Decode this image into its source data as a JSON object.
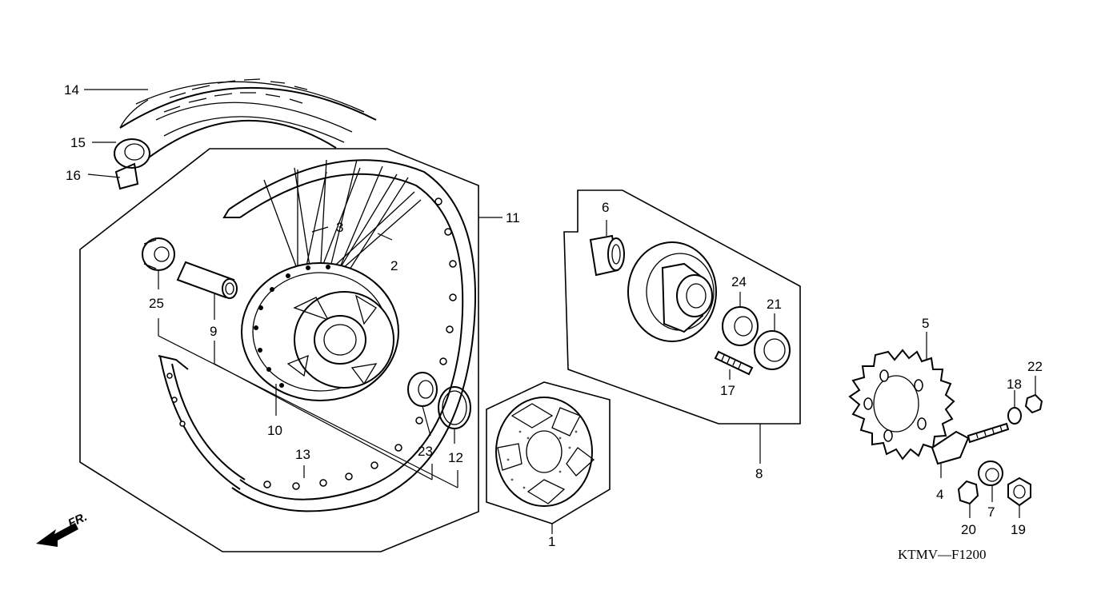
{
  "diagram_code": "KTMV—F1200",
  "direction_label": "FR.",
  "callouts": [
    {
      "id": "c1",
      "label": "1",
      "part": "damper-rubber"
    },
    {
      "id": "c2",
      "label": "2",
      "part": "spoke-b"
    },
    {
      "id": "c3",
      "label": "3",
      "part": "spoke-a"
    },
    {
      "id": "c4",
      "label": "4",
      "part": "chain-adjuster"
    },
    {
      "id": "c5",
      "label": "5",
      "part": "driven-sprocket"
    },
    {
      "id": "c6",
      "label": "6",
      "part": "collar"
    },
    {
      "id": "c7",
      "label": "7",
      "part": "collar"
    },
    {
      "id": "c8",
      "label": "8",
      "part": "sprocket-flange-assembly"
    },
    {
      "id": "c9",
      "label": "9",
      "part": "distance-collar"
    },
    {
      "id": "c10",
      "label": "10",
      "part": "rear-wheel-hub"
    },
    {
      "id": "c11",
      "label": "11",
      "part": "rear-wheel-assembly"
    },
    {
      "id": "c12",
      "label": "12",
      "part": "o-ring"
    },
    {
      "id": "c13",
      "label": "13",
      "part": "rim"
    },
    {
      "id": "c14",
      "label": "14",
      "part": "tire"
    },
    {
      "id": "c15",
      "label": "15",
      "part": "tube"
    },
    {
      "id": "c16",
      "label": "16",
      "part": "rim-band"
    },
    {
      "id": "c17",
      "label": "17",
      "part": "stud-bolt"
    },
    {
      "id": "c18",
      "label": "18",
      "part": "washer"
    },
    {
      "id": "c19",
      "label": "19",
      "part": "axle-nut"
    },
    {
      "id": "c20",
      "label": "20",
      "part": "nut"
    },
    {
      "id": "c21",
      "label": "21",
      "part": "oil-seal"
    },
    {
      "id": "c22",
      "label": "22",
      "part": "nut"
    },
    {
      "id": "c23",
      "label": "23",
      "part": "bearing"
    },
    {
      "id": "c24",
      "label": "24",
      "part": "bearing"
    },
    {
      "id": "c25",
      "label": "25",
      "part": "bearing"
    }
  ]
}
